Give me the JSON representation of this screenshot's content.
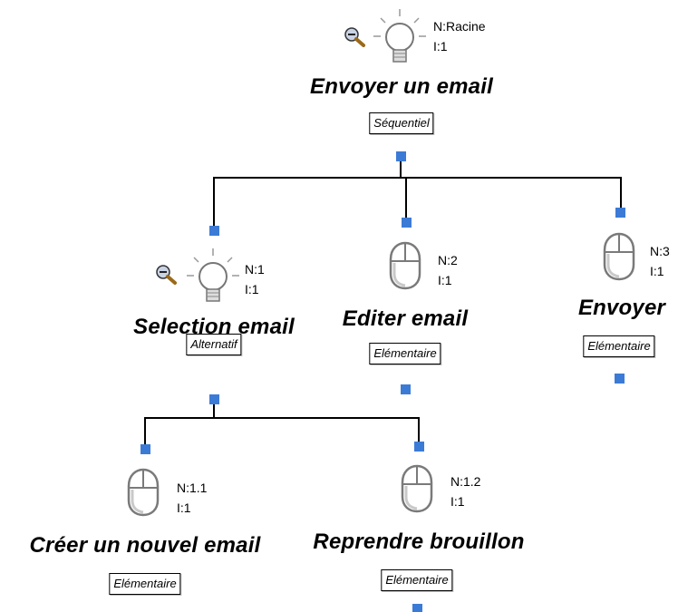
{
  "colors": {
    "port": "#3b7bd6",
    "wire": "#000000"
  },
  "root": {
    "title": "Envoyer un email",
    "type": "Séquentiel",
    "n": "N:Racine",
    "i": "I:1",
    "icon": "lightbulb-icon",
    "zoom_icon": "zoom-out-icon"
  },
  "selection": {
    "title": "Selection email",
    "type": "Alternatif",
    "n": "N:1",
    "i": "I:1",
    "icon": "lightbulb-icon",
    "zoom_icon": "zoom-out-icon"
  },
  "editer": {
    "title": "Editer email",
    "type": "Elémentaire",
    "n": "N:2",
    "i": "I:1",
    "icon": "mouse-icon"
  },
  "envoyer": {
    "title": "Envoyer",
    "type": "Elémentaire",
    "n": "N:3",
    "i": "I:1",
    "icon": "mouse-icon"
  },
  "creer": {
    "title": "Créer un nouvel email",
    "type": "Elémentaire",
    "n": "N:1.1",
    "i": "I:1",
    "icon": "mouse-icon"
  },
  "reprendre": {
    "title": "Reprendre brouillon",
    "type": "Elémentaire",
    "n": "N:1.2",
    "i": "I:1",
    "icon": "mouse-icon"
  }
}
